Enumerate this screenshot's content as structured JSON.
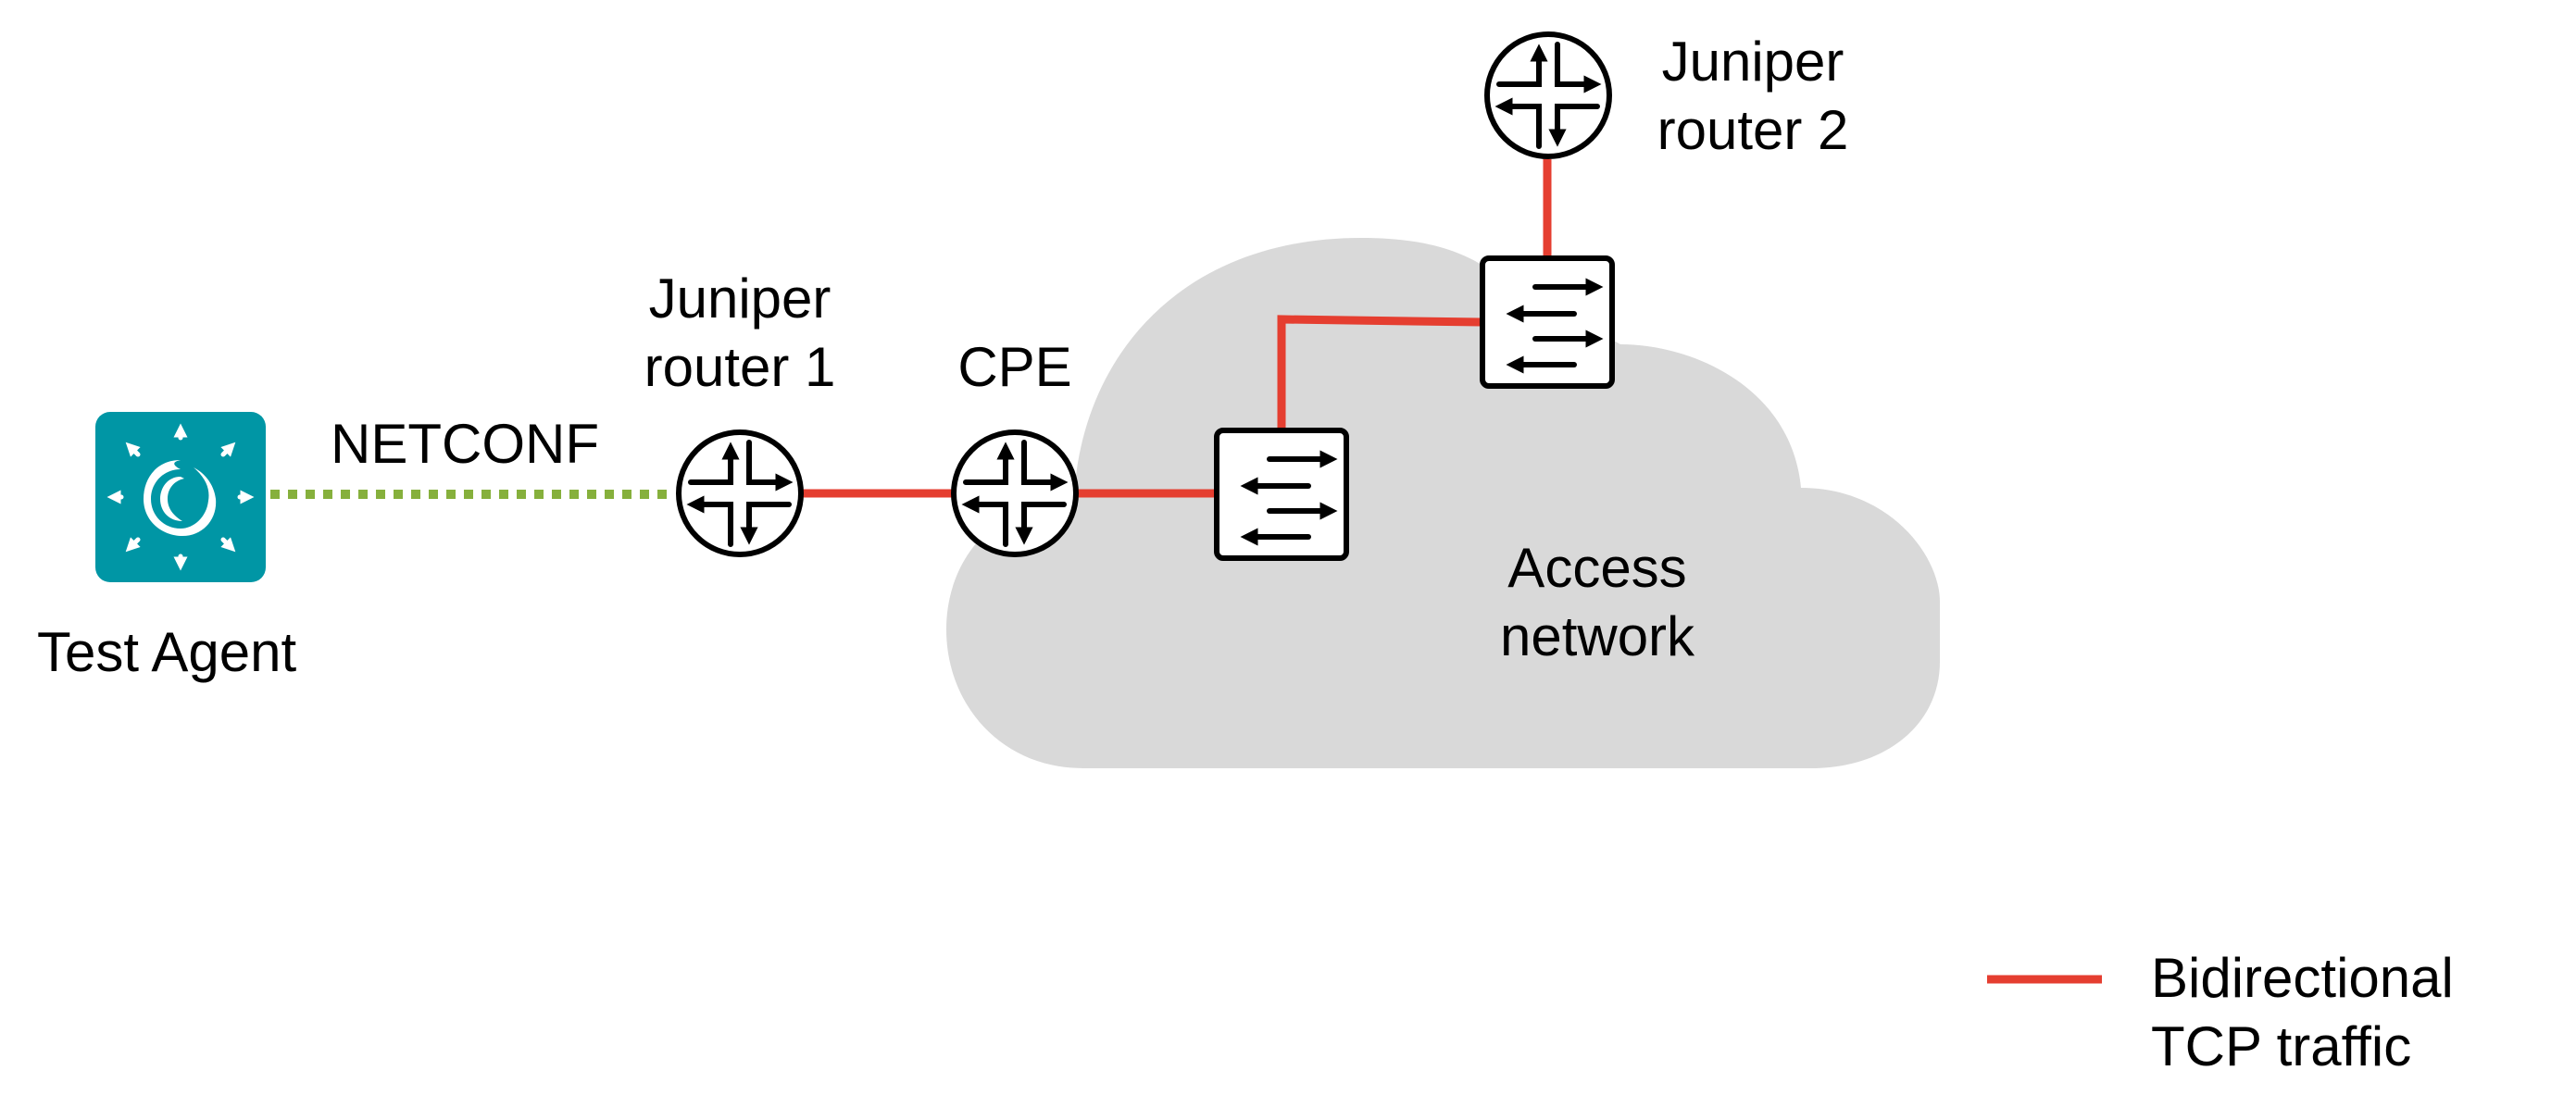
{
  "diagram": {
    "nodes": {
      "test_agent": {
        "label": "Test Agent",
        "icon": "test-agent-icon"
      },
      "juniper_router_1": {
        "label_line1": "Juniper",
        "label_line2": "router 1",
        "icon": "router-icon"
      },
      "cpe": {
        "label": "CPE",
        "icon": "router-icon"
      },
      "switch_1": {
        "icon": "switch-icon"
      },
      "switch_2": {
        "icon": "switch-icon"
      },
      "juniper_router_2": {
        "label_line1": "Juniper",
        "label_line2": "router 2",
        "icon": "router-icon"
      },
      "access_network": {
        "label_line1": "Access",
        "label_line2": "network",
        "icon": "cloud-shape"
      }
    },
    "edges": [
      {
        "from": "test_agent",
        "to": "juniper_router_1",
        "style": "dotted",
        "label": "NETCONF"
      },
      {
        "from": "juniper_router_1",
        "to": "cpe",
        "style": "solid"
      },
      {
        "from": "cpe",
        "to": "switch_1",
        "style": "solid"
      },
      {
        "from": "switch_1",
        "to": "switch_2",
        "style": "solid"
      },
      {
        "from": "switch_2",
        "to": "juniper_router_2",
        "style": "solid"
      }
    ],
    "legend": {
      "line1": "Bidirectional",
      "line2": "TCP traffic",
      "position": "bottom-right"
    },
    "colors": {
      "tcp_traffic": "#e53e30",
      "netconf": "#86b03c",
      "test_agent_bg": "#0096a5",
      "cloud": "#d9d9d9",
      "icon_stroke": "#000000"
    }
  }
}
